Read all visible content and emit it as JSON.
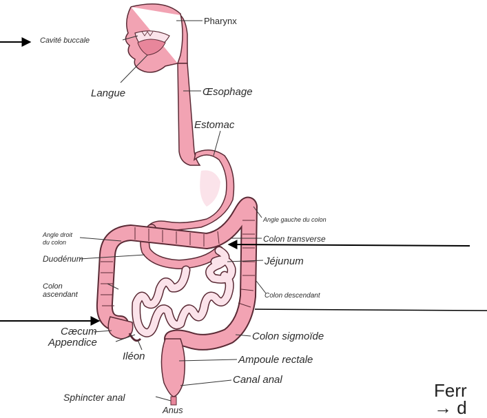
{
  "colors": {
    "organ_fill": "#f2a3b3",
    "organ_light": "#fbe3ea",
    "organ_stroke": "#5a2a35",
    "arrow": "#000000"
  },
  "labels": {
    "pharynx": "Pharynx",
    "cavite_buccale": "Cavité buccale",
    "langue": "Langue",
    "oesophage": "Œsophage",
    "estomac": "Estomac",
    "angle_gauche": "Angle gauche du colon",
    "colon_transverse": "Colon transverse",
    "angle_droit_1": "Angle droit",
    "angle_droit_2": "du colon",
    "duodenum": "Duodénum",
    "jejunum": "Jéjunum",
    "colon_ascendant_1": "Colon",
    "colon_ascendant_2": "ascendant",
    "colon_descendant": "Colon descendant",
    "caecum": "Cæcum",
    "colon_sigmoide": "Colon sigmoïde",
    "appendice": "Appendice",
    "ampoule_rectale": "Ampoule rectale",
    "ileon": "Iléon",
    "canal_anal": "Canal anal",
    "sphincter_anal": "Sphincter anal",
    "anus": "Anus"
  },
  "slide_text": {
    "line1": "Ferr",
    "line2": "→ d"
  }
}
